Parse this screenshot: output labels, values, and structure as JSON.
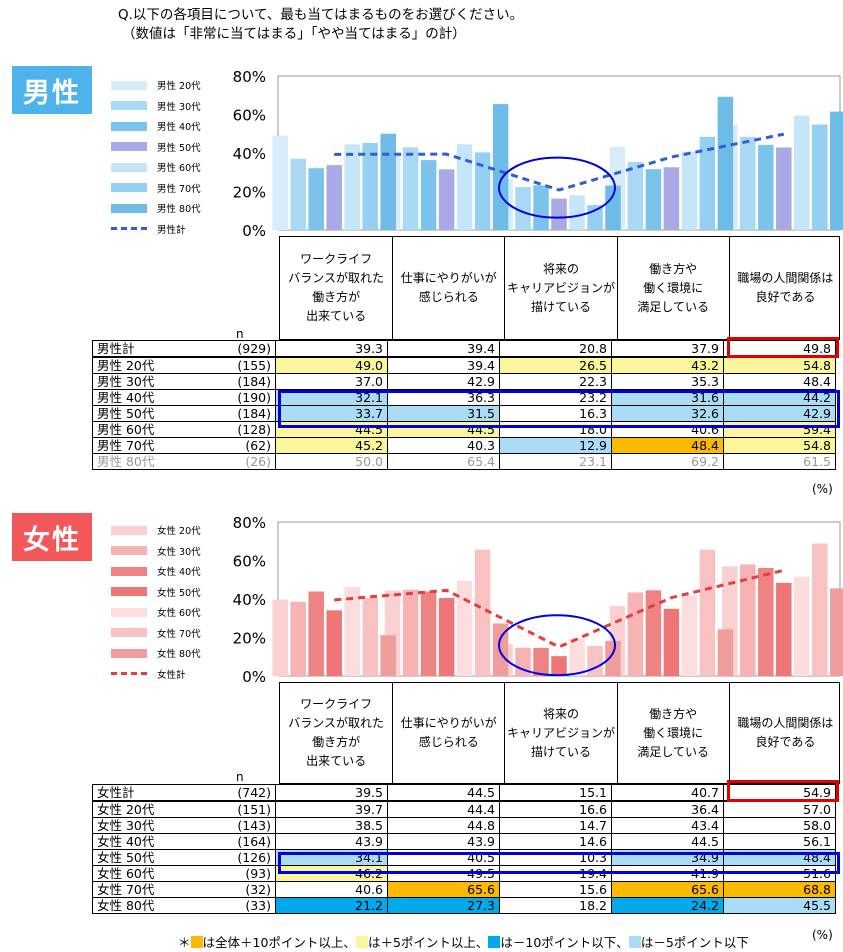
{
  "question": {
    "line1": "Q.以下の各項目について、最も当てはまるものをお選びください。",
    "line2": "（数値は「非常に当てはまる」「やや当てはまる」の計）"
  },
  "male": {
    "badge": "男性",
    "badge_color": "#4db3ea",
    "legend": [
      "男性 20代",
      "男性 30代",
      "男性 40代",
      "男性 50代",
      "男性 60代",
      "男性 70代",
      "男性 80代",
      "男性計"
    ],
    "n_label": "n",
    "percent_unit": "(%)",
    "rows": [
      {
        "label": "男性計",
        "n": "(929)",
        "values": [
          "39.3",
          "39.4",
          "20.8",
          "37.9",
          "49.8"
        ],
        "fills": [
          "",
          "",
          "",
          "",
          ""
        ],
        "grey": false
      },
      {
        "label": "男性 20代",
        "n": "(155)",
        "values": [
          "49.0",
          "39.4",
          "26.5",
          "43.2",
          "54.8"
        ],
        "fills": [
          "y",
          "",
          "y",
          "y",
          "y"
        ],
        "grey": false
      },
      {
        "label": "男性 30代",
        "n": "(184)",
        "values": [
          "37.0",
          "42.9",
          "22.3",
          "35.3",
          "48.4"
        ],
        "fills": [
          "",
          "",
          "",
          "",
          ""
        ],
        "grey": false
      },
      {
        "label": "男性 40代",
        "n": "(190)",
        "values": [
          "32.1",
          "36.3",
          "23.2",
          "31.6",
          "44.2"
        ],
        "fills": [
          "lb",
          "",
          "",
          "lb",
          "lb"
        ],
        "grey": false
      },
      {
        "label": "男性 50代",
        "n": "(184)",
        "values": [
          "33.7",
          "31.5",
          "16.3",
          "32.6",
          "42.9"
        ],
        "fills": [
          "lb",
          "lb",
          "",
          "lb",
          "lb"
        ],
        "grey": false
      },
      {
        "label": "男性 60代",
        "n": "(128)",
        "values": [
          "44.5",
          "44.5",
          "18.0",
          "40.6",
          "59.4"
        ],
        "fills": [
          "y",
          "y",
          "",
          "",
          "y"
        ],
        "grey": false
      },
      {
        "label": "男性 70代",
        "n": "(62)",
        "values": [
          "45.2",
          "40.3",
          "12.9",
          "48.4",
          "54.8"
        ],
        "fills": [
          "y",
          "",
          "lb",
          "o",
          "y"
        ],
        "grey": false
      },
      {
        "label": "男性 80代",
        "n": "(26)",
        "values": [
          "50.0",
          "65.4",
          "23.1",
          "69.2",
          "61.5"
        ],
        "fills": [
          "",
          "",
          "",
          "",
          ""
        ],
        "grey": true
      }
    ]
  },
  "female": {
    "badge": "女性",
    "badge_color": "#f4575a",
    "legend": [
      "女性 20代",
      "女性 30代",
      "女性 40代",
      "女性 50代",
      "女性 60代",
      "女性 70代",
      "女性 80代",
      "女性計"
    ],
    "n_label": "n",
    "percent_unit": "(%)",
    "rows": [
      {
        "label": "女性計",
        "n": "(742)",
        "values": [
          "39.5",
          "44.5",
          "15.1",
          "40.7",
          "54.9"
        ],
        "fills": [
          "",
          "",
          "",
          "",
          ""
        ],
        "grey": false
      },
      {
        "label": "女性 20代",
        "n": "(151)",
        "values": [
          "39.7",
          "44.4",
          "16.6",
          "36.4",
          "57.0"
        ],
        "fills": [
          "",
          "",
          "",
          "",
          ""
        ],
        "grey": false
      },
      {
        "label": "女性 30代",
        "n": "(143)",
        "values": [
          "38.5",
          "44.8",
          "14.7",
          "43.4",
          "58.0"
        ],
        "fills": [
          "",
          "",
          "",
          "",
          ""
        ],
        "grey": false
      },
      {
        "label": "女性 40代",
        "n": "(164)",
        "values": [
          "43.9",
          "43.9",
          "14.6",
          "44.5",
          "56.1"
        ],
        "fills": [
          "",
          "",
          "",
          "",
          ""
        ],
        "grey": false
      },
      {
        "label": "女性 50代",
        "n": "(126)",
        "values": [
          "34.1",
          "40.5",
          "10.3",
          "34.9",
          "48.4"
        ],
        "fills": [
          "lb",
          "",
          "",
          "lb",
          "lb"
        ],
        "grey": false
      },
      {
        "label": "女性 60代",
        "n": "(93)",
        "values": [
          "46.2",
          "49.5",
          "19.4",
          "41.9",
          "51.6"
        ],
        "fills": [
          "y",
          "",
          "",
          "",
          ""
        ],
        "grey": false
      },
      {
        "label": "女性 70代",
        "n": "(32)",
        "values": [
          "40.6",
          "65.6",
          "15.6",
          "65.6",
          "68.8"
        ],
        "fills": [
          "",
          "o",
          "",
          "o",
          "o"
        ],
        "grey": false
      },
      {
        "label": "女性 80代",
        "n": "(33)",
        "values": [
          "21.2",
          "27.3",
          "18.2",
          "24.2",
          "45.5"
        ],
        "fills": [
          "b",
          "b",
          "",
          "b",
          "lb"
        ],
        "grey": false
      }
    ]
  },
  "column_headers": [
    "ワークライフ\nバランスが取れた\n働き方が\n出来ている",
    "仕事にやりがいが\n感じられる",
    "将来の\nキャリアビジョンが\n描けている",
    "働き方や\n働く環境に\n満足している",
    "職場の人間関係は\n良好である"
  ],
  "fill_colors": {
    "y": "#fbf69b",
    "o": "#fbb900",
    "b": "#00a9ea",
    "lb": "#abdcf6"
  },
  "footnote": {
    "prefix": "＊",
    "item1": "は全体＋10ポイント以上、",
    "item2": "は＋5ポイント以上、",
    "item3": "は－10ポイント以下、",
    "item4": "は－5ポイント以下"
  },
  "chart_data": [
    {
      "type": "bar",
      "categories": [
        "ワークライフバランスが取れた働き方が出来ている",
        "仕事にやりがいが感じられる",
        "将来のキャリアビジョンが描けている",
        "働き方や働く環境に満足している",
        "職場の人間関係は良好である"
      ],
      "series": [
        {
          "name": "男性 20代",
          "values": [
            49.0,
            39.4,
            26.5,
            43.2,
            54.8
          ],
          "color": "#d7ecf9"
        },
        {
          "name": "男性 30代",
          "values": [
            37.0,
            42.9,
            22.3,
            35.3,
            48.4
          ],
          "color": "#a8d8f3"
        },
        {
          "name": "男性 40代",
          "values": [
            32.1,
            36.3,
            23.2,
            31.6,
            44.2
          ],
          "color": "#7cc3ec"
        },
        {
          "name": "男性 50代",
          "values": [
            33.7,
            31.5,
            16.3,
            32.6,
            42.9
          ],
          "color": "#a9a9e6"
        },
        {
          "name": "男性 60代",
          "values": [
            44.5,
            44.5,
            18.0,
            40.6,
            59.4
          ],
          "color": "#c5e6f9"
        },
        {
          "name": "男性 70代",
          "values": [
            45.2,
            40.3,
            12.9,
            48.4,
            54.8
          ],
          "color": "#95d0f3"
        },
        {
          "name": "男性 80代",
          "values": [
            50.0,
            65.4,
            23.1,
            69.2,
            61.5
          ],
          "color": "#6fbbe8"
        }
      ],
      "line": {
        "name": "男性計",
        "values": [
          39.3,
          39.4,
          20.8,
          37.9,
          49.8
        ],
        "color": "#2f5fd8"
      },
      "y_ticks": [
        "0%",
        "20%",
        "40%",
        "60%",
        "80%"
      ],
      "ylim": [
        0,
        80
      ]
    },
    {
      "type": "bar",
      "categories": [
        "ワークライフバランスが取れた働き方が出来ている",
        "仕事にやりがいが感じられる",
        "将来のキャリアビジョンが描けている",
        "働き方や働く環境に満足している",
        "職場の人間関係は良好である"
      ],
      "series": [
        {
          "name": "女性 20代",
          "values": [
            39.7,
            44.4,
            16.6,
            36.4,
            57.0
          ],
          "color": "#fbd0d0"
        },
        {
          "name": "女性 30代",
          "values": [
            38.5,
            44.8,
            14.7,
            43.4,
            58.0
          ],
          "color": "#f7b3b3"
        },
        {
          "name": "女性 40代",
          "values": [
            43.9,
            43.9,
            14.6,
            44.5,
            56.1
          ],
          "color": "#ee8383"
        },
        {
          "name": "女性 50代",
          "values": [
            34.1,
            40.5,
            10.3,
            34.9,
            48.4
          ],
          "color": "#ef7676"
        },
        {
          "name": "女性 60代",
          "values": [
            46.2,
            49.5,
            19.4,
            41.9,
            51.6
          ],
          "color": "#fcdcdc"
        },
        {
          "name": "女性 70代",
          "values": [
            40.6,
            65.6,
            15.6,
            65.6,
            68.8
          ],
          "color": "#f8c2c2"
        },
        {
          "name": "女性 80代",
          "values": [
            21.2,
            27.3,
            18.2,
            24.2,
            45.5
          ],
          "color": "#f09d9d"
        }
      ],
      "line": {
        "name": "女性計",
        "values": [
          39.5,
          44.5,
          15.1,
          40.7,
          54.9
        ],
        "color": "#e24040"
      },
      "y_ticks": [
        "0%",
        "20%",
        "40%",
        "60%",
        "80%"
      ],
      "ylim": [
        0,
        80
      ]
    }
  ]
}
